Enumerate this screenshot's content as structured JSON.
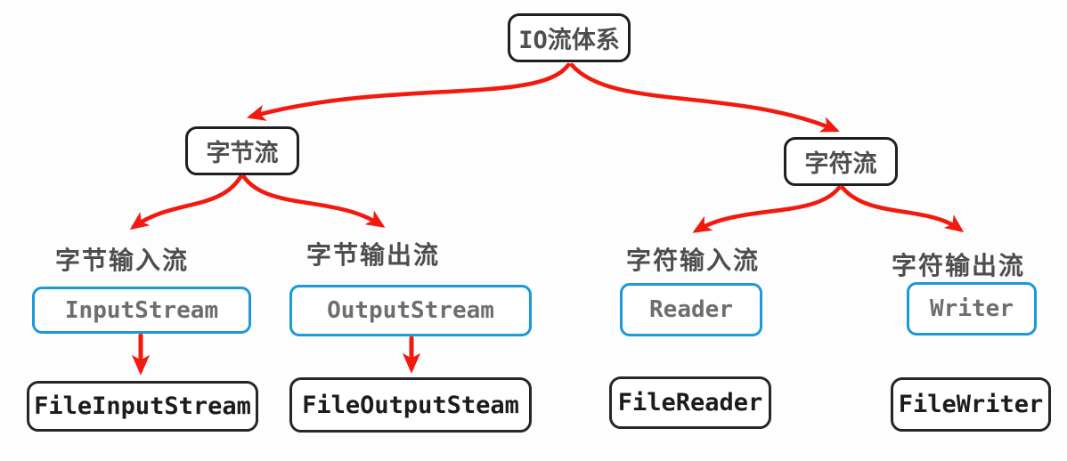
{
  "diagram": {
    "title": "IO流体系",
    "colors": {
      "arrow_red": "#f2190e",
      "class_box_border_blue": "#1a9ad6",
      "node_border_black": "#1f1f1f",
      "label_text_gray": "#4d4d4d",
      "class_text_gray": "#6e6e6e",
      "subclass_text_black": "#1c1c1c",
      "background": "#fdfdfd"
    },
    "root": {
      "label": "IO流体系"
    },
    "branches": [
      {
        "label": "字节流"
      },
      {
        "label": "字符流"
      }
    ],
    "groups": [
      {
        "category": "字节输入流",
        "class_name": "InputStream",
        "subclass_name": "FileInputStream"
      },
      {
        "category": "字节输出流",
        "class_name": "OutputStream",
        "subclass_name": "FileOutputSteam"
      },
      {
        "category": "字符输入流",
        "class_name": "Reader",
        "subclass_name": "FileReader"
      },
      {
        "category": "字符输出流",
        "class_name": "Writer",
        "subclass_name": "FileWriter"
      }
    ]
  }
}
